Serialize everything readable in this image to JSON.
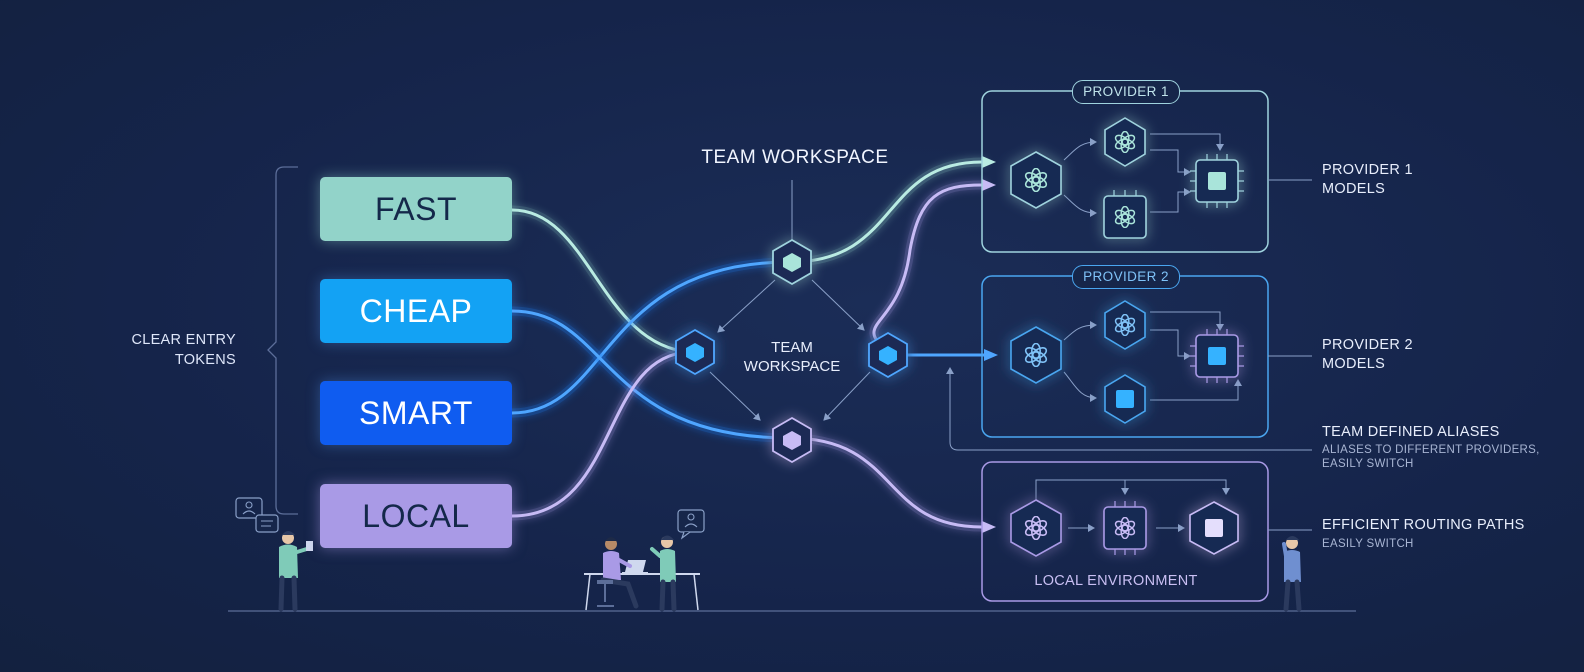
{
  "left_label": "CLEAR ENTRY\nTOKENS",
  "tokens": [
    {
      "label": "FAST",
      "color": "#92d3c9"
    },
    {
      "label": "CHEAP",
      "color": "#13a2f4"
    },
    {
      "label": "SMART",
      "color": "#0f5cf0"
    },
    {
      "label": "LOCAL",
      "color": "#a99ae6"
    }
  ],
  "workspace": {
    "top_label": "TEAM WORKSPACE",
    "center_label": "TEAM\nWORKSPACE"
  },
  "providers": [
    {
      "pill": "PROVIDER 1",
      "side_label": "PROVIDER 1\nMODELS",
      "color": "#9fd3de"
    },
    {
      "pill": "PROVIDER 2",
      "side_label": "PROVIDER 2\nMODELS",
      "color": "#4aa6f0"
    }
  ],
  "local_environment": {
    "label": "LOCAL ENVIRONMENT",
    "color": "#a99ae6"
  },
  "aliases": {
    "title": "TEAM DEFINED ALIASES",
    "subtitle": "ALIASES TO DIFFERENT PROVIDERS,\nEASILY SWITCH"
  },
  "routing": {
    "title": "EFFICIENT ROUTING PATHS",
    "subtitle": "EASILY SWITCH"
  },
  "colors": {
    "background": "#16264a",
    "teal": "#92d3c9",
    "blue": "#1e7cf0",
    "purple": "#a99ae6"
  },
  "icons": [
    "model-icon",
    "chip-icon",
    "person-icon",
    "chat-icon",
    "laptop-icon"
  ]
}
